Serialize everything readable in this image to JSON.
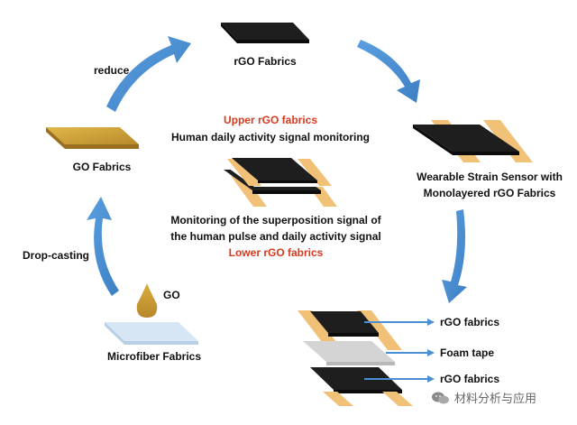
{
  "labels": {
    "rgo_fabrics_top": "rGO Fabrics",
    "reduce": "reduce",
    "go_fabrics": "GO Fabrics",
    "upper_rgo": "Upper rGO fabrics",
    "human_daily": "Human daily activity signal monitoring",
    "wearable_line1": "Wearable Strain Sensor with",
    "wearable_line2": "Monolayered rGO Fabrics",
    "superposition_line1": "Monitoring of the superposition signal of",
    "superposition_line2": "the human pulse and daily activity signal",
    "lower_rgo": "Lower rGO fabrics",
    "drop_casting": "Drop-casting",
    "go_drop": "GO",
    "microfiber": "Microfiber Fabrics",
    "layer_rgo_1": "rGO fabrics",
    "layer_foam": "Foam tape",
    "layer_rgo_2": "rGO fabrics",
    "watermark": "材料分析与应用"
  },
  "colors": {
    "arrow_blue": "#4a8fd4",
    "fabric_black": "#1e1e1e",
    "go_gold": "#c9a034",
    "electrode_tan": "#f2c178",
    "foam_gray": "#d4d4d4",
    "microfiber_blue": "#d6e6f5",
    "accent_red": "#d63a1f"
  }
}
